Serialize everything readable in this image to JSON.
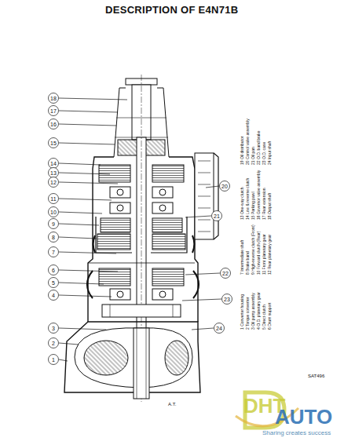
{
  "diagram": {
    "title": "DESCRIPTION OF E4N71B",
    "labels": [
      "18",
      "17",
      "16",
      "15",
      "14",
      "13",
      "12",
      "11",
      "10",
      "9",
      "8",
      "7",
      "6",
      "5",
      "4",
      "3",
      "2",
      "1",
      "20",
      "21",
      "22",
      "23",
      "24",
      "1 Converter housing",
      "2 Torque converter",
      "3 Oil pump assembly",
      "4 O.D. planetary gear",
      "5 Direct clutch",
      "6 Drum support",
      "7 Intermediate shaft",
      "8 Brake band",
      "9 High-reverse clutch (Front)",
      "10 Forward clutch (Rear)",
      "11 Front planetary gear",
      "12 Rear planetary gear",
      "13 One-way clutch",
      "14 Low & reverse clutch",
      "15 Parking pawl",
      "16 Governor valve assembly",
      "17 Rear extension",
      "18 Output shaft",
      "19 Oil distributor",
      "20 Control valve assembly",
      "21 Oil pan",
      "22 O.D. band brake",
      "23 O.D. case",
      "24 Input shaft",
      "SAT496",
      "A.T.",
      "DHT",
      "AUTO",
      "Sharing creates success"
    ]
  }
}
